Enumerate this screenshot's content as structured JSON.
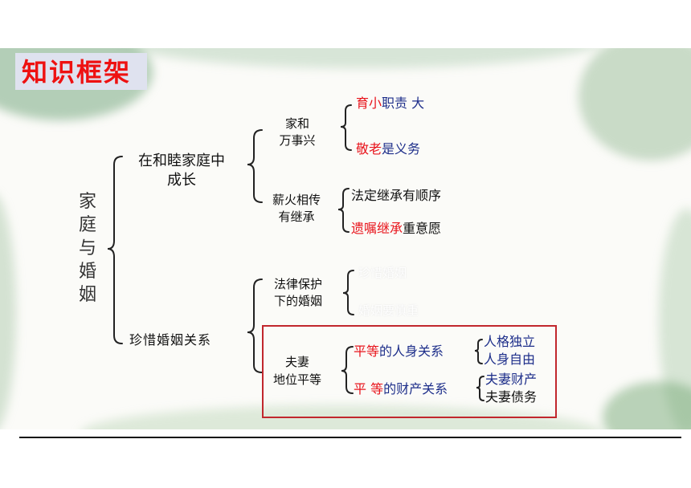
{
  "title": "知识框架",
  "root": "家庭与婚姻",
  "branch1": {
    "label_line1": "在和睦家庭中",
    "label_line2": "成长",
    "sub1": {
      "label_line1": "家和",
      "label_line2": "万事兴",
      "item1_red": "育小",
      "item1_rest": "职责 大",
      "item2_red": "敬老",
      "item2_rest": "是义务"
    },
    "sub2": {
      "label_line1": "薪火相传",
      "label_line2": "有继承",
      "item1": "法定继承有顺序",
      "item2_red": "遗嘱继承",
      "item2_rest": "重意愿"
    }
  },
  "branch2": {
    "label": "珍惜婚姻关系",
    "sub1": {
      "label_line1": "法律保护",
      "label_line2": "下的婚姻",
      "item1": "珍惜婚姻",
      "item2": "婚姻要慎重"
    },
    "sub2": {
      "label_line1": "夫妻",
      "label_line2": "地位平等",
      "item1_red": "平等",
      "item1_rest": "的人身关系",
      "item1_leaf1": "人格独立",
      "item1_leaf2": "人身自由",
      "item2_red": "平 等",
      "item2_rest": "的财产关系",
      "item2_leaf1": "夫妻财产",
      "item2_leaf2": "夫妻债务"
    }
  },
  "colors": {
    "accent_red": "#e8141c",
    "accent_blue": "#1d2e8a",
    "box_border": "#c1272d",
    "title_bg": "#dfe2ef"
  }
}
